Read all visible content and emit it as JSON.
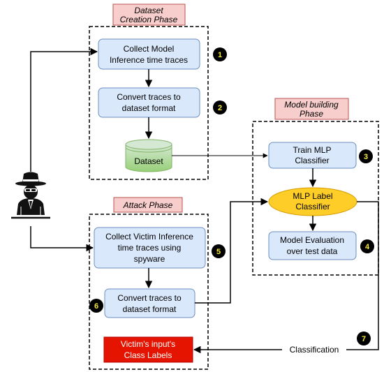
{
  "phases": {
    "dataset_creation": [
      "Dataset",
      "Creation Phase"
    ],
    "model_building": [
      "Model building",
      "Phase"
    ],
    "attack": [
      "Attack Phase"
    ]
  },
  "nodes": {
    "collect_model": [
      "Collect Model",
      "Inference time traces"
    ],
    "convert_traces_1": [
      "Convert traces to",
      "dataset format"
    ],
    "dataset": "Dataset",
    "train_mlp": [
      "Train MLP",
      "Classifier"
    ],
    "mlp_label": [
      "MLP Label",
      "Classifier"
    ],
    "model_eval": [
      "Model Evaluation",
      "over test data"
    ],
    "collect_victim": [
      "Collect Victim Inference",
      "time traces using",
      "spyware"
    ],
    "convert_traces_2": [
      "Convert traces to",
      "dataset format"
    ],
    "victim_labels": [
      "Victim's input's",
      "Class Labels"
    ]
  },
  "steps": [
    "1",
    "2",
    "3",
    "4",
    "5",
    "6",
    "7"
  ],
  "edge_labels": {
    "classification": "Classification"
  },
  "icons": {
    "attacker": "spy-icon"
  },
  "colors": {
    "box_fill": "#dae8fc",
    "box_stroke": "#6c8ebf",
    "cyl_fill": "#d5e8d4",
    "cyl_stroke": "#82b366",
    "ellipse_fill": "#ffcd28",
    "ellipse_stroke": "#d79b00",
    "title_fill": "#f8cecc",
    "title_stroke": "#b85450",
    "red_box": "#e51400"
  }
}
